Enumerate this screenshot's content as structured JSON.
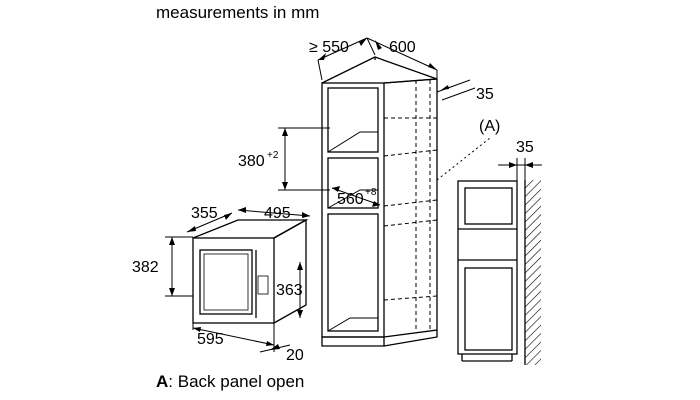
{
  "title": "measurements in mm",
  "caption": {
    "key": "A",
    "text": ": Back panel open"
  },
  "colors": {
    "ink": "#000000",
    "background": "#ffffff"
  },
  "cabinet_dims": {
    "depth_min": "≥ 550",
    "width": "600",
    "gap_top": "35",
    "niche_height": "380",
    "niche_height_tol": "+2",
    "niche_width": "560",
    "niche_width_tol": "+8"
  },
  "appliance_dims": {
    "depth": "355",
    "width_body": "495",
    "height": "382",
    "inner_height": "363",
    "width": "595",
    "frame_depth": "20"
  },
  "side_view": {
    "marker": "(A)",
    "wall_gap": "35"
  }
}
